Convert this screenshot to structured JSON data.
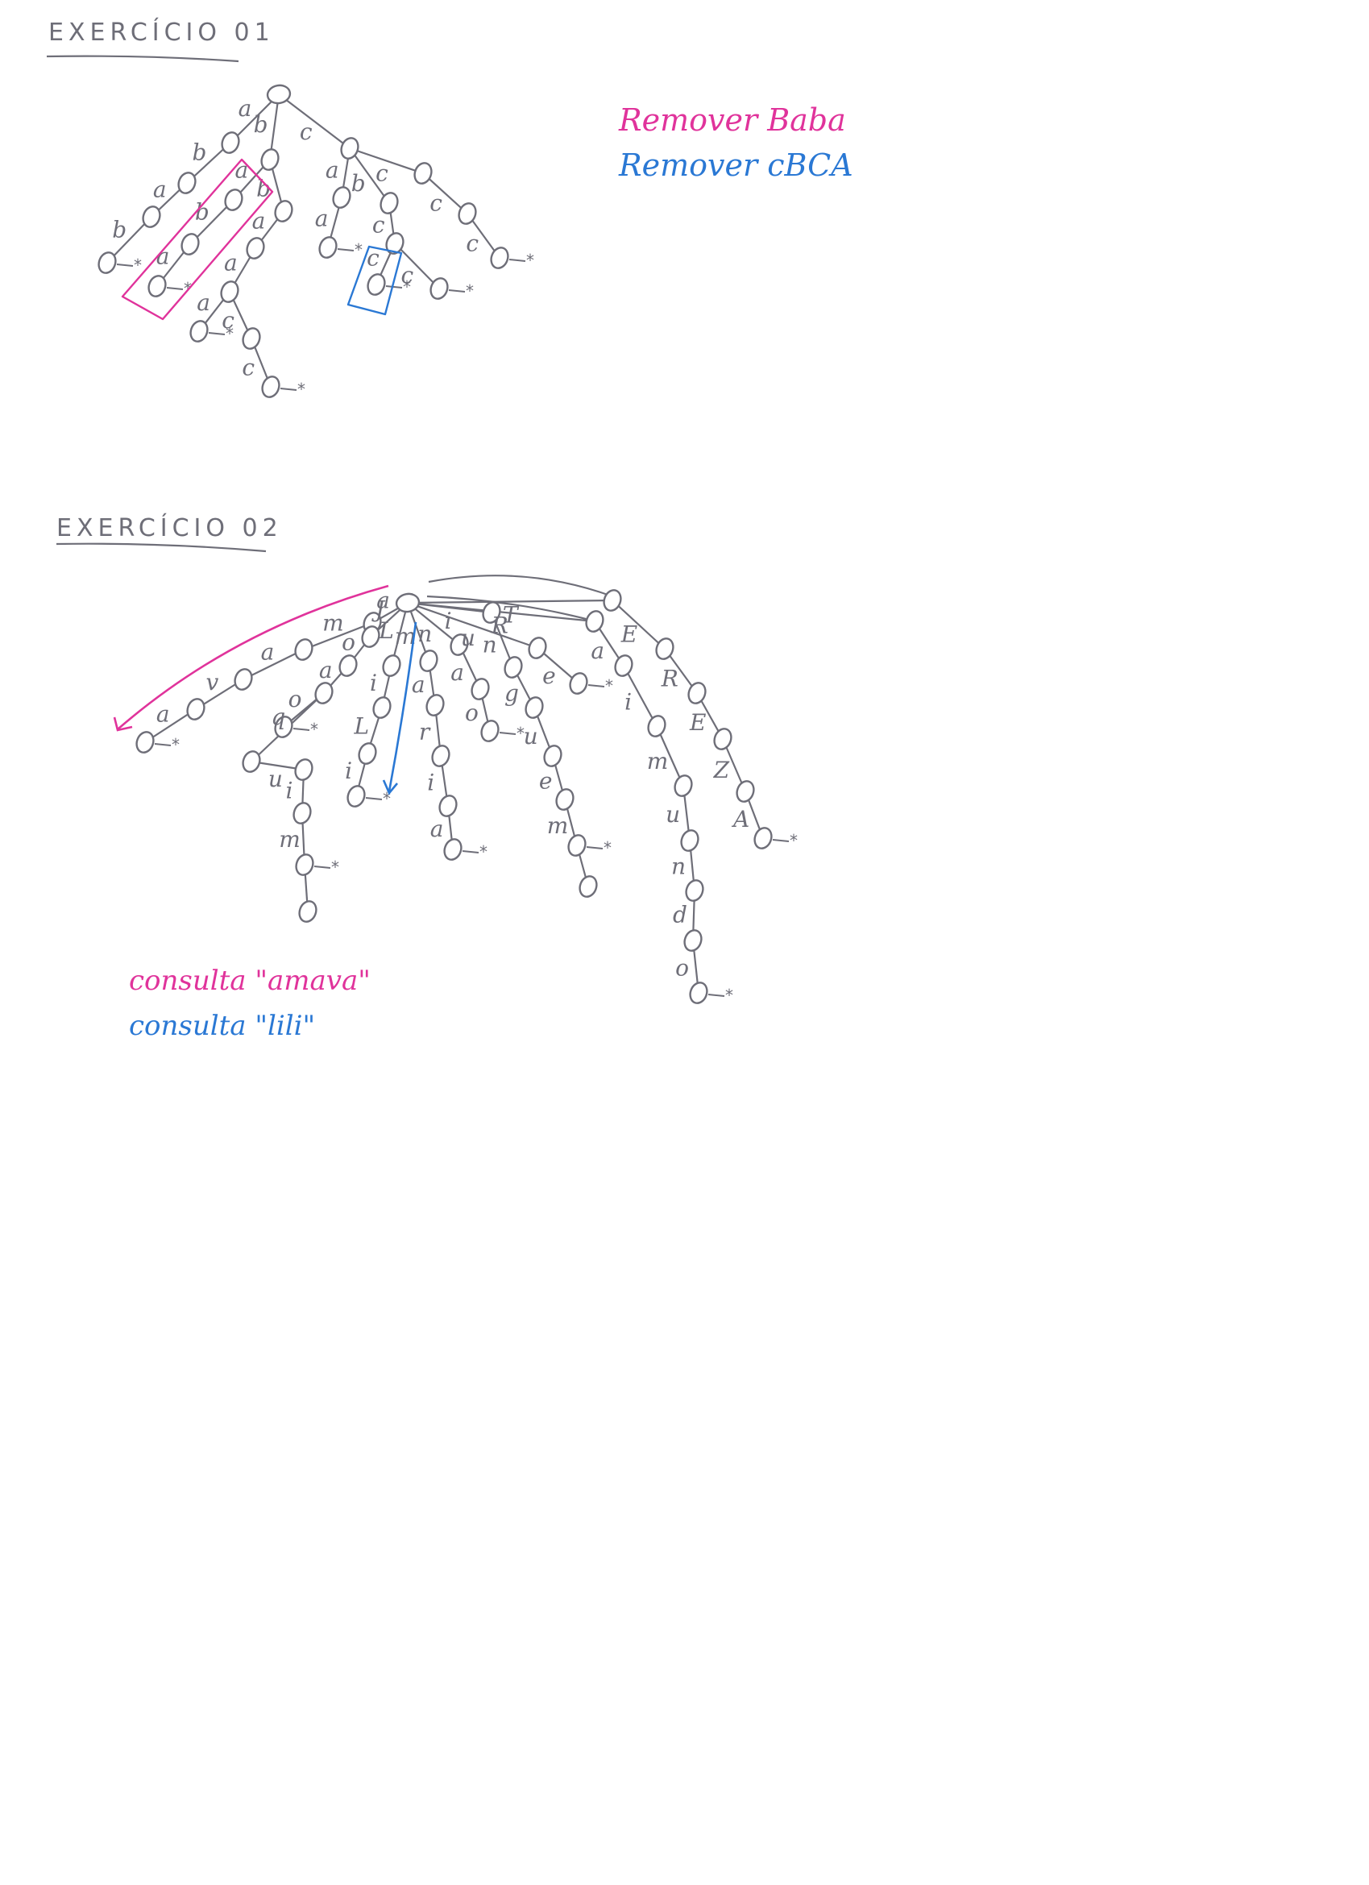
{
  "colors": {
    "pencil": "#6e6e78",
    "pink": "#e0339b",
    "blue": "#2a78d4",
    "paper": "#ffffff"
  },
  "exercise1": {
    "title": "EXERCÍCIO 01",
    "notes": [
      {
        "text": "Remover Baba",
        "color": "pink"
      },
      {
        "text": "Remover cBCA",
        "color": "blue"
      }
    ],
    "labels": {
      "e_a1": "a",
      "e_b1": "b",
      "e_a2": "a",
      "e_b2": "b",
      "e_b3": "b",
      "e_a3": "a",
      "e_b4": "b",
      "e_a4": "a",
      "e_b5": "b",
      "e_a5": "a",
      "e_a6": "a",
      "e_a7": "a",
      "e_c7": "c",
      "e_c8": "c",
      "e_c1": "c",
      "e_a8": "a",
      "e_a9": "a",
      "e_b6": "b",
      "e_c2": "c",
      "e_c3": "c",
      "e_c4": "c",
      "e_c5": "c",
      "e_c6": "c"
    }
  },
  "exercise2": {
    "title": "EXERCÍCIO 02",
    "notes": [
      {
        "text": "consulta \"amava\"",
        "color": "pink"
      },
      {
        "text": "consulta \"lili\"",
        "color": "blue"
      }
    ],
    "labels": {
      "b1_1": "a",
      "b1_2": "m",
      "b1_3": "a",
      "b1_4": "v",
      "b1_5": "a",
      "b2_1": "J",
      "b2_2": "o",
      "b2_3": "a",
      "b2_4": "o",
      "b2_5": "q",
      "b2_6": "u",
      "b2_7": "i",
      "b2_8": "m",
      "b3_1": "L",
      "b3_2": "i",
      "b3_3": "L",
      "b3_4": "i",
      "b4_1": "m",
      "b4_2": "a",
      "b4_3": "r",
      "b4_4": "i",
      "b4_5": "a",
      "b5_1": "n",
      "b5_2": "a",
      "b5_3": "o",
      "b6_1": "i",
      "b6_2": "n",
      "b6_3": "g",
      "b6_4": "u",
      "b6_5": "e",
      "b6_6": "m",
      "b7_1": "u",
      "b7_2": "e",
      "b8_1": "R",
      "b8_2": "a",
      "b8_3": "i",
      "b8_4": "m",
      "b8_5": "u",
      "b8_6": "n",
      "b8_7": "d",
      "b8_8": "o",
      "b9_1": "T",
      "b9_2": "E",
      "b9_3": "R",
      "b9_4": "E",
      "b9_5": "Z",
      "b9_6": "A"
    }
  }
}
